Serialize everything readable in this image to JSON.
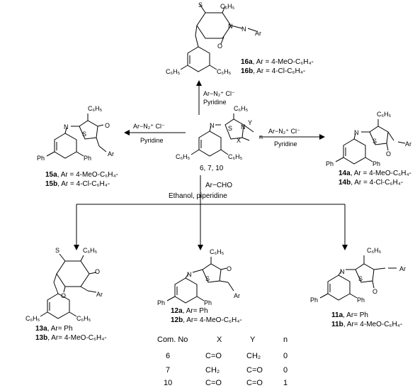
{
  "center": {
    "label": "6, 7, 10",
    "atom_X": "X",
    "atom_Y": "Y",
    "sub_n": "n",
    "reagent_up": "Ar−N₂⁺ Cl⁻",
    "solvent_up": "Pyridine",
    "reagent_left": "Ar−N₂⁺ Cl⁻",
    "solvent_left": "Pyridine",
    "reagent_right": "Ar−N₂⁺ Cl⁻",
    "solvent_right": "Pyridine",
    "reagent_down": "Ar−CHO",
    "solvent_down": "Ethanol,  piperidine"
  },
  "products": {
    "p16": {
      "a_id": "16a",
      "a_text": ", Ar = 4-MeO-C₆H₄-",
      "b_id": "16b",
      "b_text": ", Ar = 4-Cl-C₆H₄-"
    },
    "p15": {
      "a_id": "15a",
      "a_text": ", Ar = 4-MeO-C₆H₄-",
      "b_id": "15b",
      "b_text": ", Ar = 4-Cl-C₆H₄-"
    },
    "p14": {
      "a_id": "14a",
      "a_text": ", Ar = 4-MeO-C₆H₄-",
      "b_id": "14b",
      "b_text": ", Ar = 4-Cl-C₆H₄-"
    },
    "p13": {
      "a_id": "13a",
      "a_text": ", Ar= Ph",
      "b_id": "13b",
      "b_text": ", Ar= 4-MeO-C₆H₄-"
    },
    "p12": {
      "a_id": "12a",
      "a_text": ", Ar= Ph",
      "b_id": "12b",
      "b_text": ", Ar= 4-MeO-C₆H₄-"
    },
    "p11": {
      "a_id": "11a",
      "a_text": ", Ar= Ph",
      "b_id": "11b",
      "b_text": ", Ar= 4-MeO-C₆H₄-"
    }
  },
  "atoms": {
    "c6h5": "C₆H₅",
    "ph": "Ph",
    "ar": "Ar",
    "s": "S",
    "n": "N",
    "o": "O"
  },
  "table": {
    "headers": [
      "Com. No",
      "X",
      "Y",
      "n"
    ],
    "rows": [
      [
        "6",
        "C=O",
        "CH₂",
        "0"
      ],
      [
        "7",
        "CH₂",
        "C=O",
        "0"
      ],
      [
        "10",
        "C=O",
        "C=O",
        "1"
      ]
    ]
  }
}
